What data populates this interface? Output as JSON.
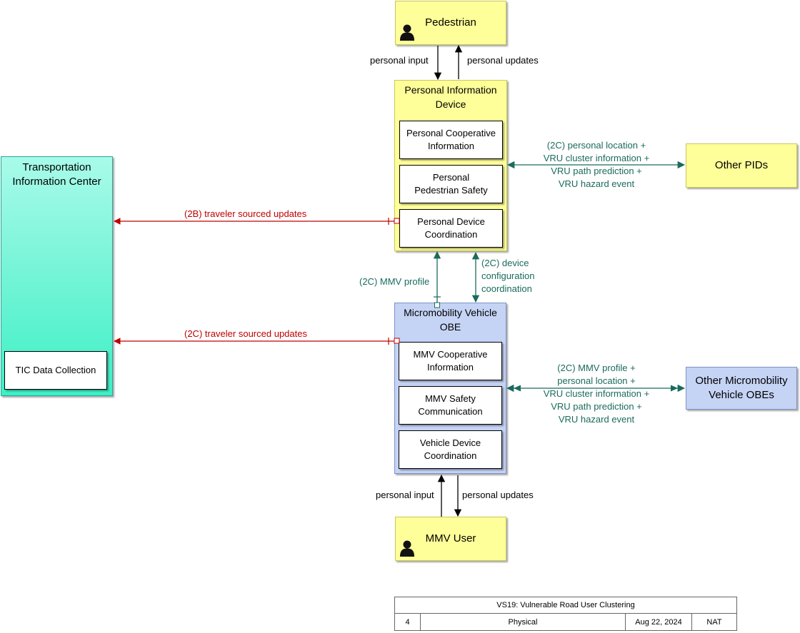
{
  "nodes": {
    "pedestrian": "Pedestrian",
    "pid": "Personal Information Device",
    "pid_sub1": "Personal Cooperative Information",
    "pid_sub2": "Personal Pedestrian Safety",
    "pid_sub3": "Personal Device Coordination",
    "tic": "Transportation Information Center",
    "tic_sub1": "TIC Data Collection",
    "other_pids": "Other PIDs",
    "mmv_obe": "Micromobility Vehicle OBE",
    "mmv_sub1": "MMV Cooperative Information",
    "mmv_sub2": "MMV Safety Communication",
    "mmv_sub3": "Vehicle Device Coordination",
    "other_mmv": "Other Micromobility Vehicle OBEs",
    "mmv_user": "MMV User"
  },
  "flows": {
    "ped_input": "personal input",
    "ped_updates": "personal updates",
    "pid_other": [
      "(2C) personal location +",
      "VRU cluster information +",
      "VRU path prediction +",
      "VRU hazard event"
    ],
    "pid_tic": "(2B) traveler sourced updates",
    "mmv_profile": "(2C) MMV profile",
    "device_config": [
      "(2C) device",
      "configuration",
      "coordination"
    ],
    "mmv_tic": "(2C) traveler sourced updates",
    "mmv_other": [
      "(2C) MMV profile +",
      "personal location +",
      "VRU cluster information +",
      "VRU path prediction +",
      "VRU hazard event"
    ],
    "user_input": "personal input",
    "user_updates": "personal updates"
  },
  "title_block": {
    "title": "VS19: Vulnerable Road User Clustering",
    "number": "4",
    "view": "Physical",
    "date": "Aug 22, 2024",
    "scope": "NAT"
  },
  "icons": {
    "person": "person-icon"
  },
  "colors": {
    "flow_green": "#1a6b5c",
    "flow_red": "#c00000",
    "terminator_yellow": "#ffff99",
    "equipment_blue": "#c5d3f5",
    "center_teal": "#5ff2d0"
  }
}
